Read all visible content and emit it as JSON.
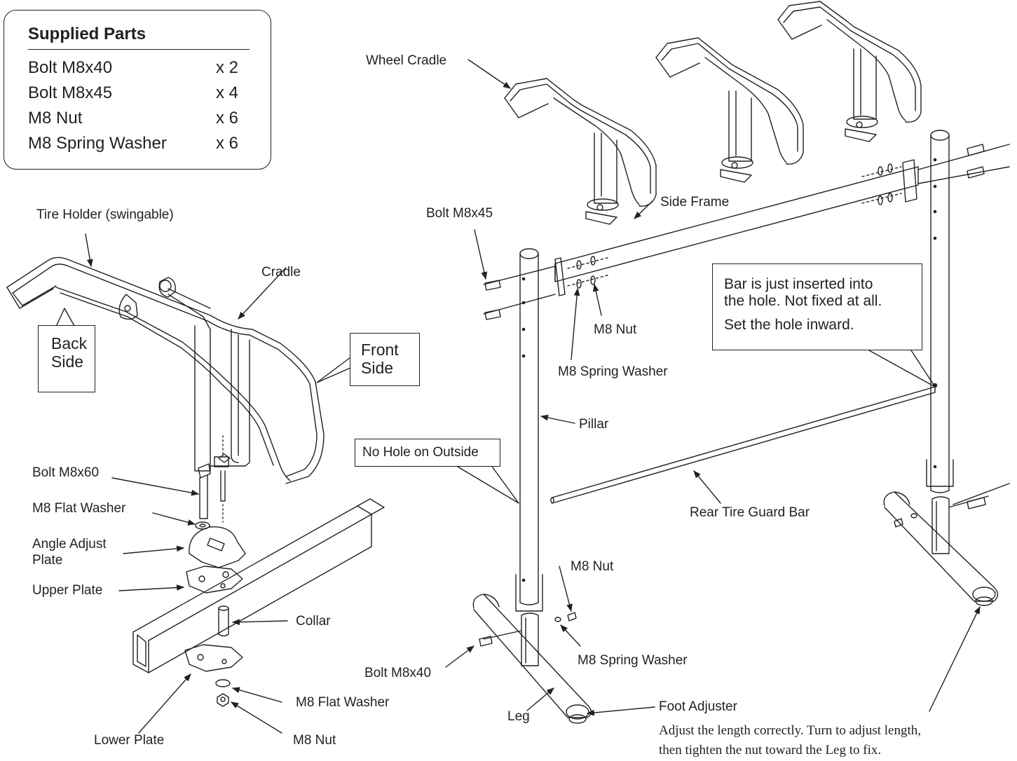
{
  "supplied_parts": {
    "title": "Supplied Parts",
    "items": [
      {
        "name": "Bolt M8x40",
        "qty": "x 2"
      },
      {
        "name": "Bolt M8x45",
        "qty": "x 4"
      },
      {
        "name": "M8 Nut",
        "qty": "x 6"
      },
      {
        "name": "M8 Spring Washer",
        "qty": "x 6"
      }
    ]
  },
  "left_diagram": {
    "tire_holder": "Tire Holder (swingable)",
    "cradle": "Cradle",
    "back_side_line1": "Back",
    "back_side_line2": "Side",
    "front_side_line1": "Front",
    "front_side_line2": "Side",
    "bolt_m8x60": "Bolt M8x60",
    "flat_washer_top": "M8 Flat Washer",
    "angle_adjust_line1": "Angle Adjust",
    "angle_adjust_line2": "Plate",
    "upper_plate": "Upper Plate",
    "collar": "Collar",
    "flat_washer_bottom": "M8 Flat Washer",
    "lower_plate": "Lower Plate",
    "m8_nut": "M8 Nut"
  },
  "right_diagram": {
    "wheel_cradle": "Wheel Cradle",
    "side_frame": "Side Frame",
    "bolt_m8x45": "Bolt M8x45",
    "m8_nut_top": "M8 Nut",
    "spring_washer_top": "M8 Spring Washer",
    "bar_note_line1": "Bar is just inserted into",
    "bar_note_line2": "the hole. Not fixed at all.",
    "bar_note_line3": "Set the hole inward.",
    "pillar": "Pillar",
    "no_hole": "No Hole on Outside",
    "rear_tire_guard": "Rear Tire Guard Bar",
    "m8_nut_bottom": "M8 Nut",
    "spring_washer_bottom": "M8 Spring Washer",
    "bolt_m8x40": "Bolt M8x40",
    "leg": "Leg",
    "foot_adjuster": "Foot Adjuster",
    "foot_note_line1": "Adjust the length correctly. Turn to adjust length,",
    "foot_note_line2": "then tighten the nut toward the Leg to fix."
  }
}
